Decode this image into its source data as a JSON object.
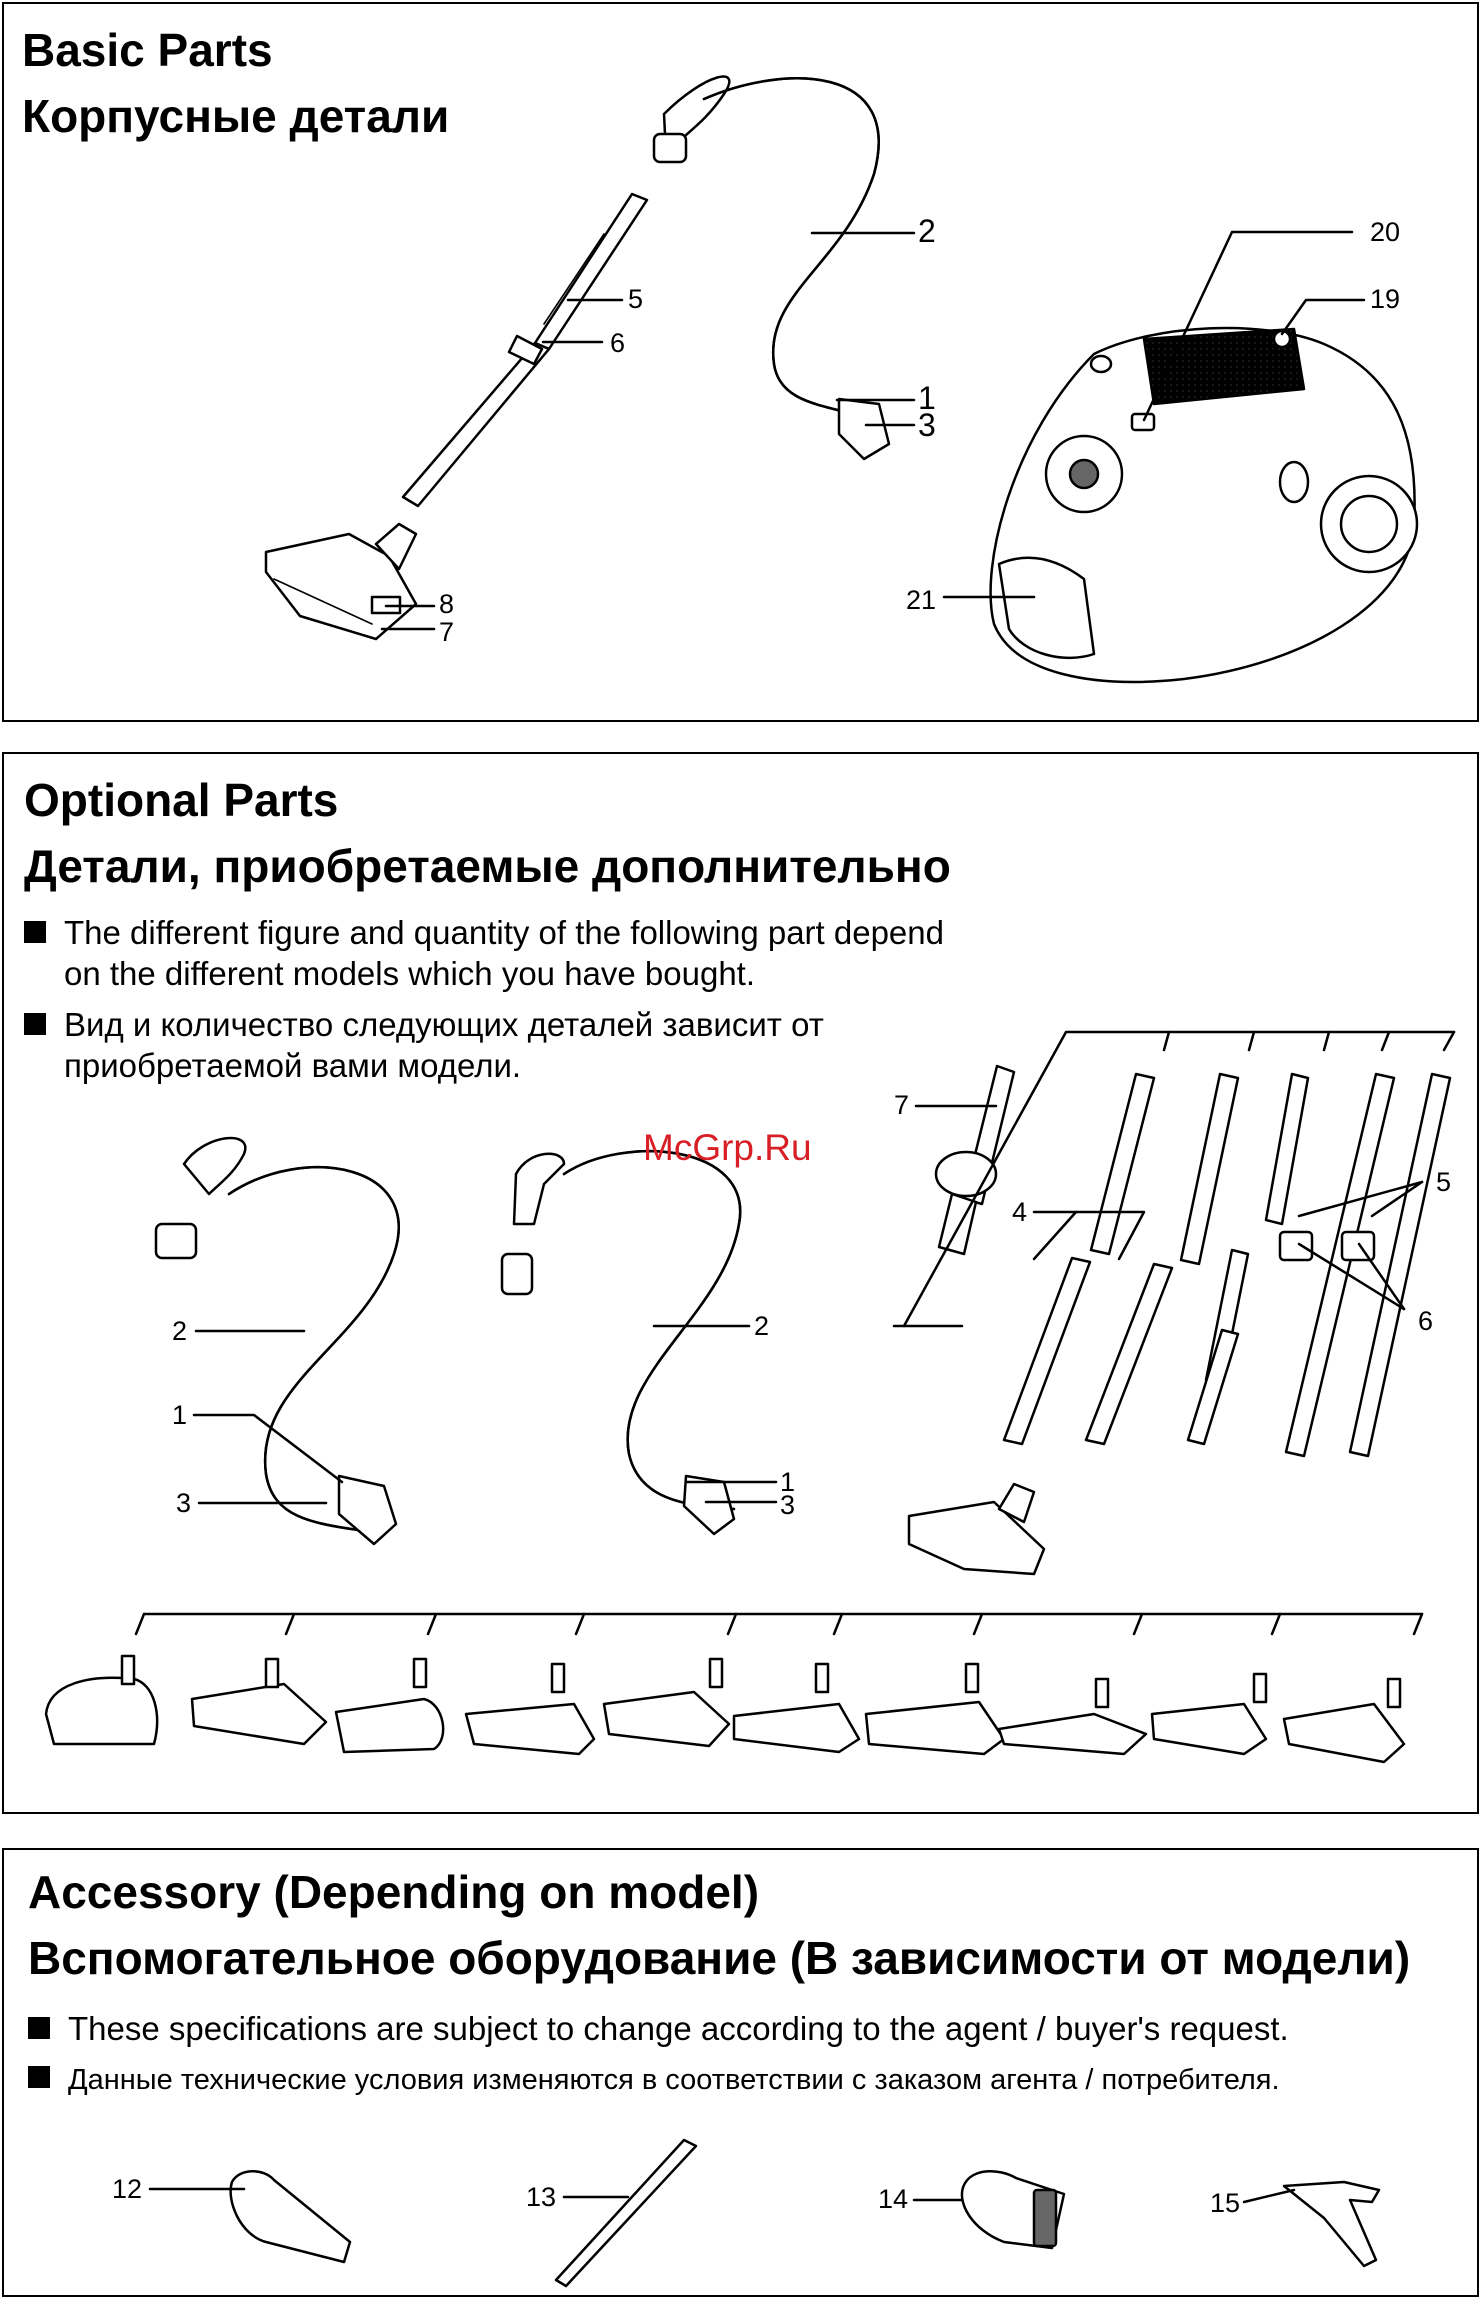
{
  "basic": {
    "title_en": "Basic Parts",
    "title_ru": "Корпусные детали",
    "labels": [
      "1",
      "2",
      "3",
      "5",
      "6",
      "7",
      "8",
      "19",
      "20",
      "21"
    ]
  },
  "optional": {
    "title_en": "Optional Parts",
    "title_ru": "Детали, приобретаемые дополнительно",
    "note_en_1": "The different figure and quantity of the following part depend",
    "note_en_2": "on the different models which you have bought.",
    "note_ru_1": "Вид  и количество следующих деталей зависит от",
    "note_ru_2": "приобретаемой вами модели.",
    "labels": [
      "1",
      "2",
      "3",
      "4",
      "5",
      "6",
      "7"
    ]
  },
  "watermark": "McGrp.Ru",
  "accessory": {
    "title_en": "Accessory (Depending on model)",
    "title_ru": "Вспомогательное оборудование (В зависимости от модели)",
    "note_en": "These specifications are subject to change according to the agent / buyer's request.",
    "note_ru": "Данные  технические условия изменяются в соответствии с заказом агента / потребителя.",
    "labels": [
      "12",
      "13",
      "14",
      "15"
    ]
  }
}
